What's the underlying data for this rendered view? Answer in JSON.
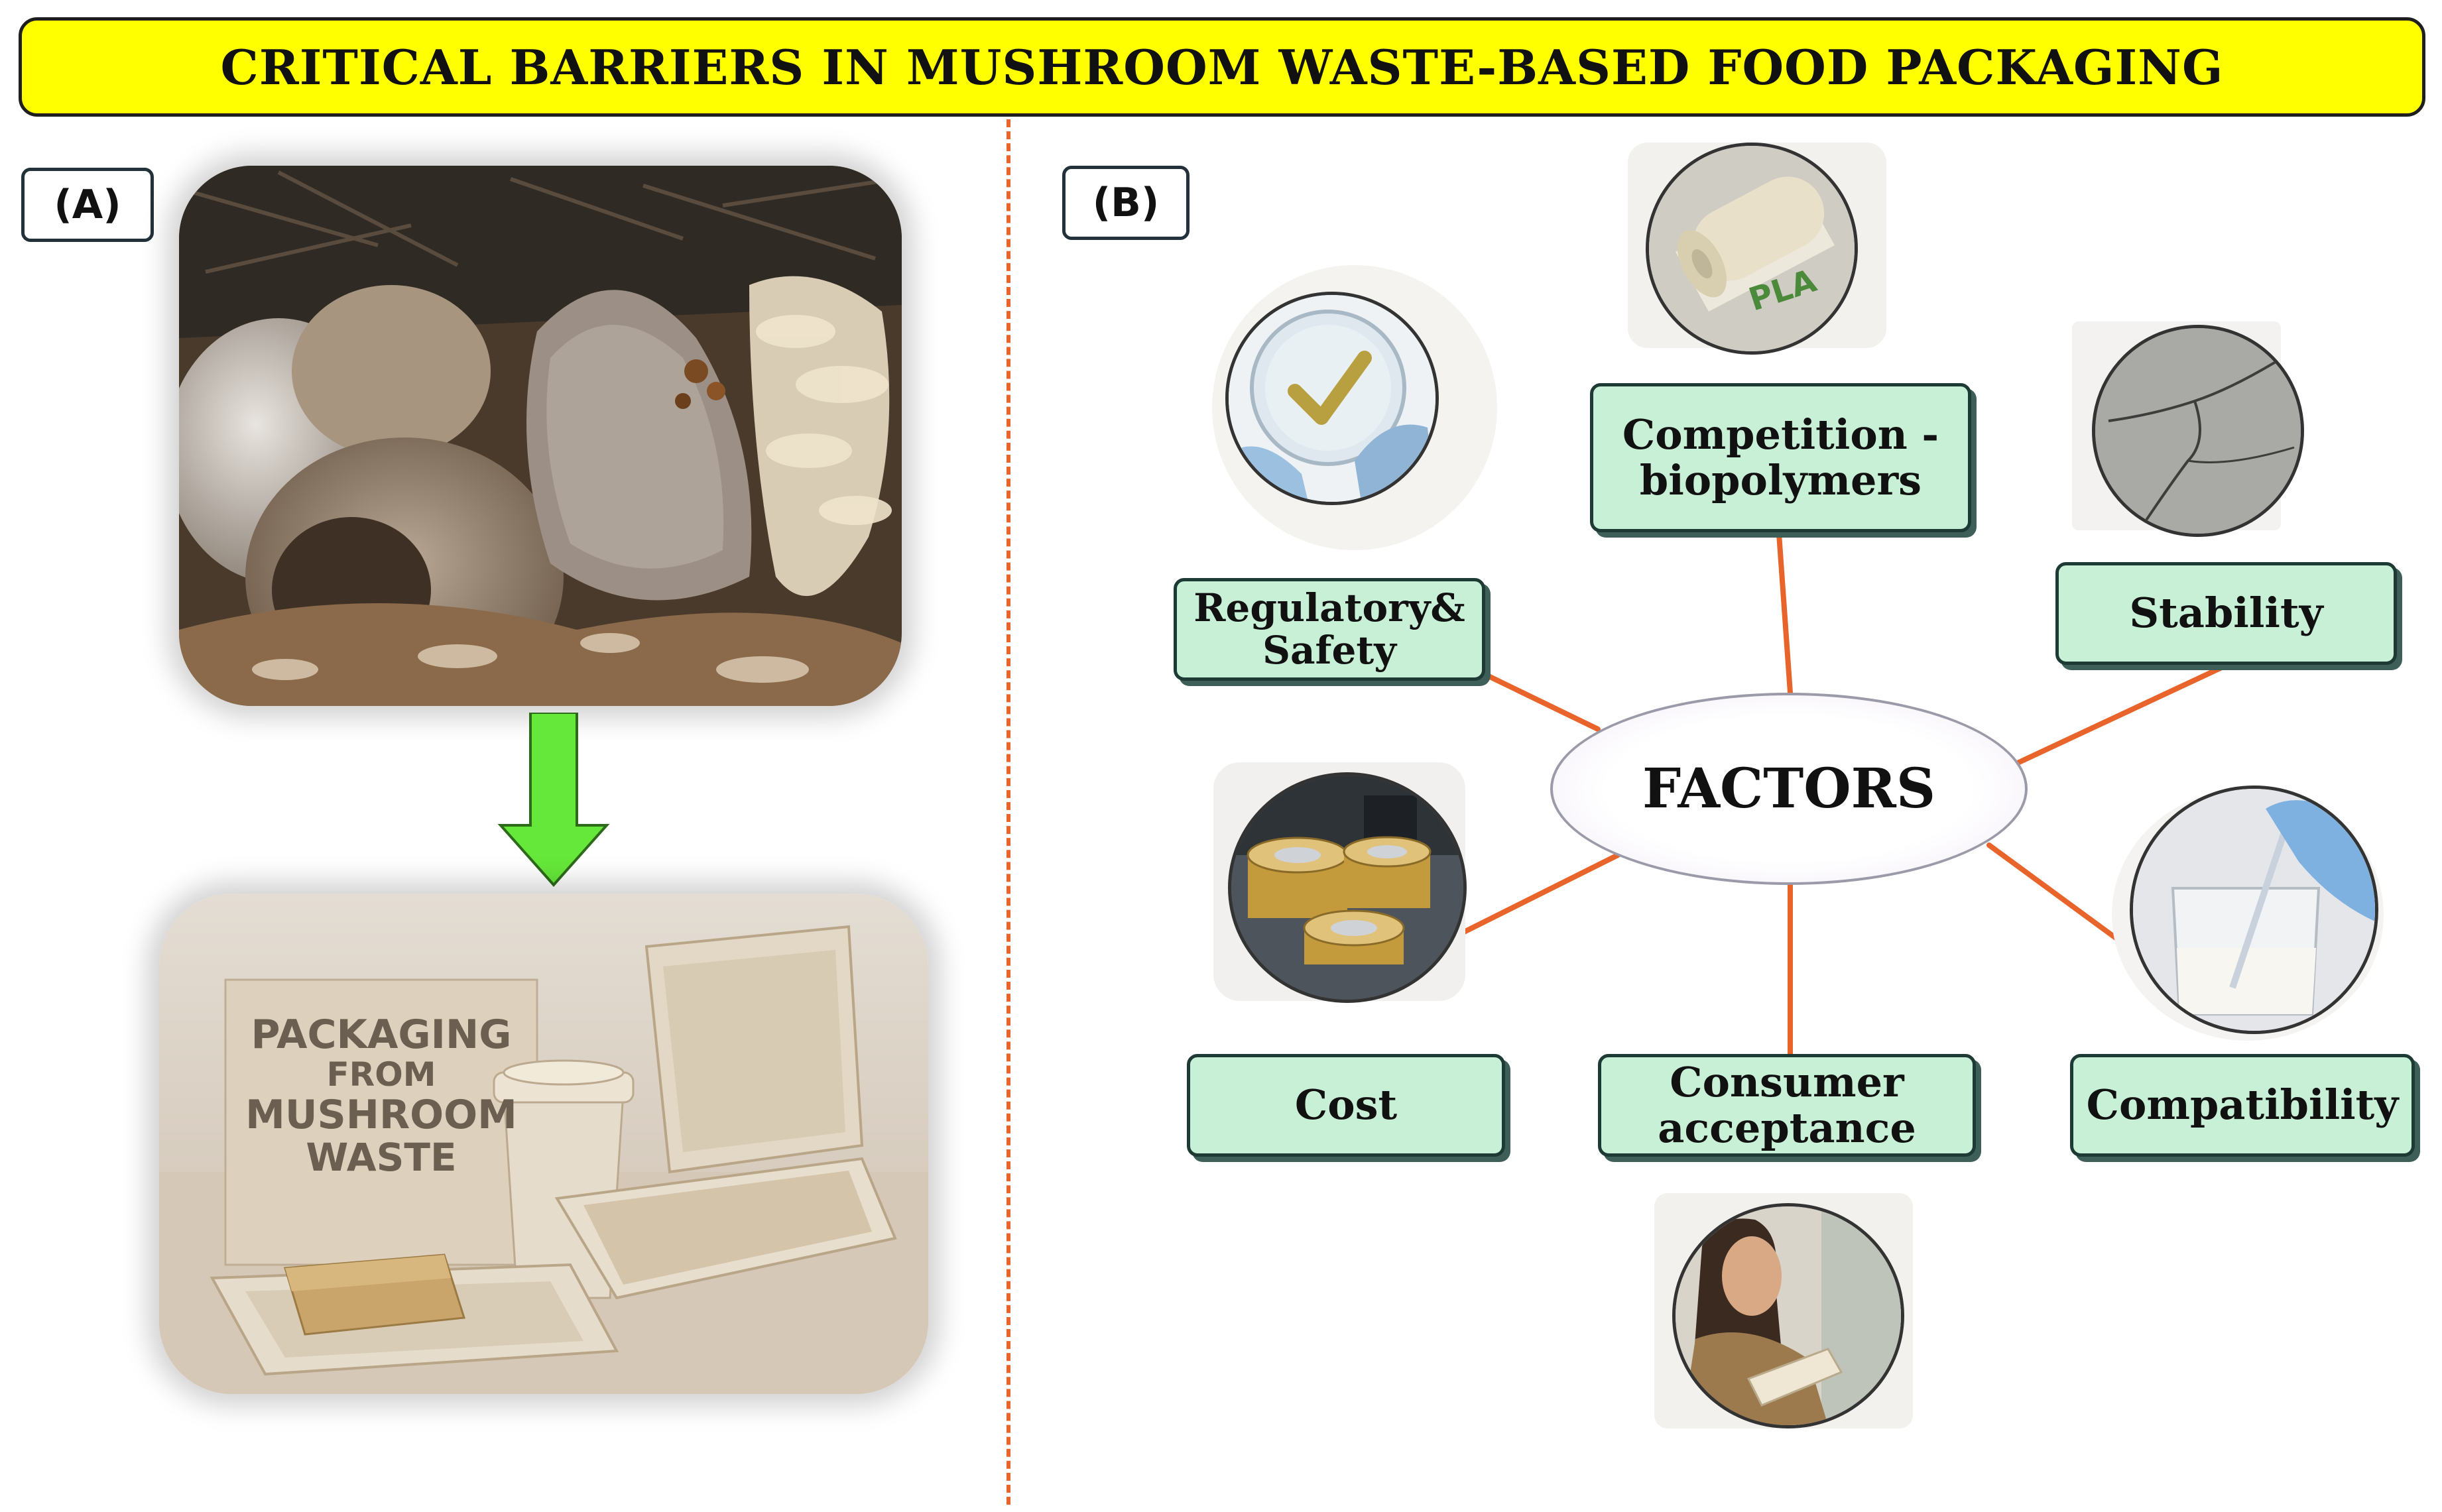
{
  "title": "CRITICAL BARRIERS IN MUSHROOM WASTE-BASED FOOD PACKAGING",
  "panel_a": {
    "label": "(A)",
    "packaging_sign": [
      "PACKAGING",
      "FROM",
      "MUSHROOM",
      "WASTE"
    ]
  },
  "panel_b": {
    "label": "(B)",
    "center": "FACTORS",
    "pla_text": "PLA",
    "factors": {
      "competition": [
        "Competition -",
        "biopolymers"
      ],
      "regulatory": [
        "Regulatory&",
        "Safety"
      ],
      "stability": "Stability",
      "cost": "Cost",
      "consumer": [
        "Consumer",
        "acceptance"
      ],
      "compatibility": "Compatibility"
    }
  },
  "colors": {
    "title_bg": "#ffff00",
    "factor_box": "#c8f0d6",
    "connector": "#e8642a",
    "arrow": "#66e83a"
  }
}
